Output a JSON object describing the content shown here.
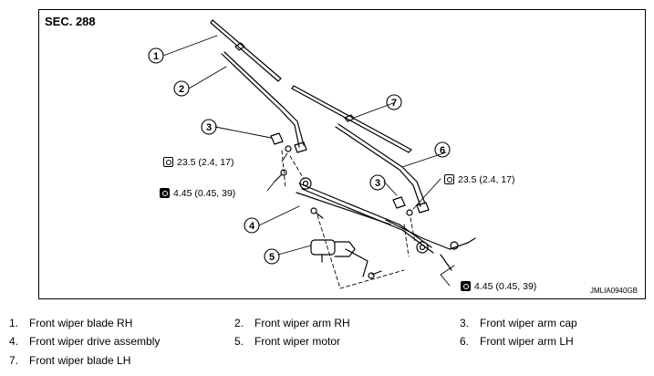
{
  "figure": {
    "section_label": "SEC. 288",
    "figure_id": "JMLIA0940GB",
    "callouts": [
      "1",
      "2",
      "3",
      "3",
      "4",
      "5",
      "6",
      "7"
    ],
    "torque_specs": [
      {
        "value": "23.5 (2.4, 17)",
        "icon": "torque-wrench-icon"
      },
      {
        "value": "4.45 (0.45, 39)",
        "icon": "torque-wrench-icon-black"
      },
      {
        "value": "23.5 (2.4, 17)",
        "icon": "torque-wrench-icon"
      },
      {
        "value": "4.45 (0.45, 39)",
        "icon": "torque-wrench-icon-black"
      }
    ]
  },
  "legend": [
    {
      "num": "1.",
      "label": "Front wiper blade RH"
    },
    {
      "num": "2.",
      "label": "Front wiper arm RH"
    },
    {
      "num": "3.",
      "label": "Front wiper arm cap"
    },
    {
      "num": "4.",
      "label": "Front wiper drive assembly"
    },
    {
      "num": "5.",
      "label": "Front wiper motor"
    },
    {
      "num": "6.",
      "label": "Front wiper arm LH"
    },
    {
      "num": "7.",
      "label": "Front wiper blade LH"
    }
  ]
}
